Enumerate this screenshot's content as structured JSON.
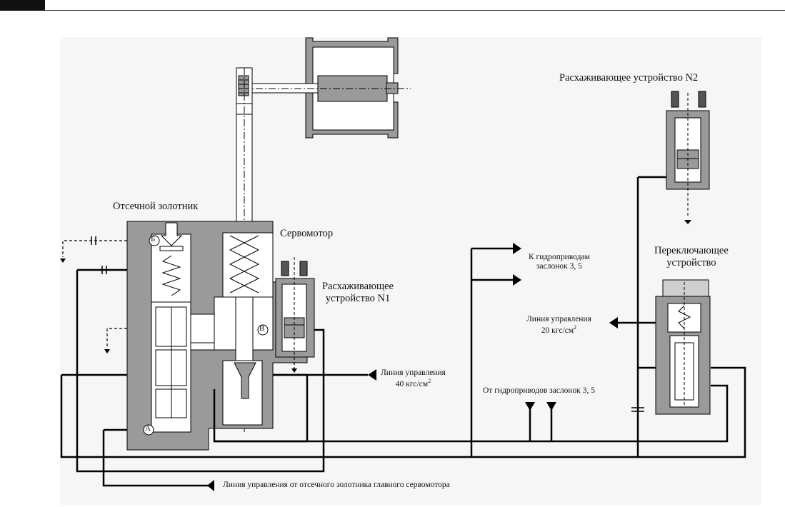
{
  "labels": {
    "cutoff_valve": "Отсечной золотник",
    "servomotor": "Сервомотор",
    "exercise_device_1": [
      "Расхаживающее",
      "устройство N1"
    ],
    "exercise_device_2": "Расхаживающее устройство N2",
    "switching_device": [
      "Переключающее",
      "устройство"
    ],
    "to_actuators": [
      "К гидроприводам",
      "заслонок 3, 5"
    ],
    "control_line_20": [
      "Линия управления",
      "20 кгс/см",
      "2"
    ],
    "control_line_40": [
      "Линия управления",
      "40 кгс/см",
      "2"
    ],
    "from_actuators": "От гидроприводов заслонок 3, 5",
    "control_line_main": "Линия управления от отсечного золотника главного сервомотора",
    "mark_a": "А",
    "mark_b": "Б",
    "mark_v": "В"
  },
  "colors": {
    "body_gray": "#9a9a9a",
    "cavity_white": "#ffffff",
    "line_black": "#000000",
    "panel_bg": "#f6f6f6"
  }
}
